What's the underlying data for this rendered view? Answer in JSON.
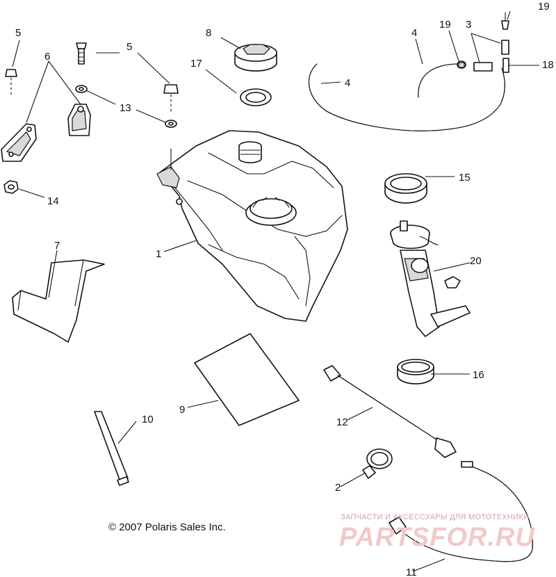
{
  "copyright": "© 2007 Polaris Sales Inc.",
  "watermark": {
    "tagline": "ЗАПЧАСТИ И АКСЕССУАРЫ ДЛЯ МОТОТЕХНИКИ",
    "logo_text": "PARTSFOR.RU"
  },
  "callouts": [
    "1",
    "2",
    "3",
    "4",
    "4",
    "5",
    "5",
    "6",
    "7",
    "8",
    "9",
    "10",
    "11",
    "12",
    "13",
    "14",
    "15",
    "16",
    "17",
    "18",
    "19",
    "19",
    "20"
  ],
  "parts": [
    "fuel-tank",
    "hose-clamp",
    "fuel-line-connector",
    "vent-hose",
    "bolt",
    "bracket",
    "protective-sleeve",
    "fuel-cap",
    "foam-pad",
    "strap",
    "fuel-line-assembly",
    "fuel-hose",
    "washer",
    "nut",
    "pump-lock-ring",
    "pump-gasket",
    "cap-gasket",
    "tee-fitting",
    "check-valve",
    "fuel-pump-assembly"
  ]
}
